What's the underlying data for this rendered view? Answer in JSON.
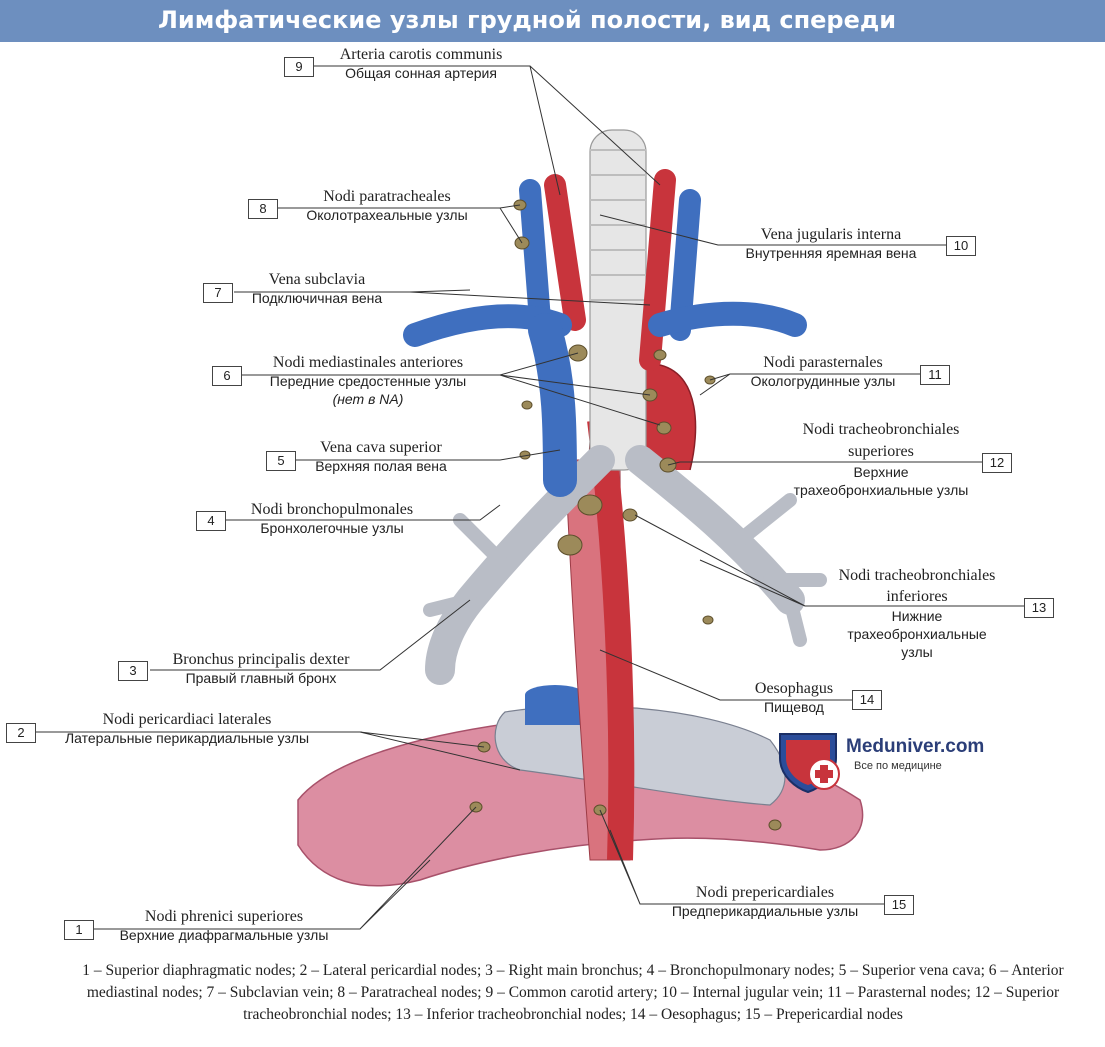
{
  "title": "Лимфатические узлы грудной полости, вид спереди",
  "labels": [
    {
      "num": "9",
      "latin": "Arteria carotis communis",
      "russian": "Общая сонная артерия"
    },
    {
      "num": "8",
      "latin": "Nodi paratracheales",
      "russian": "Околотрахеальные узлы"
    },
    {
      "num": "10",
      "latin": "Vena jugularis interna",
      "russian": "Внутренняя яремная вена"
    },
    {
      "num": "7",
      "latin": "Vena subclavia",
      "russian": "Подключичная вена"
    },
    {
      "num": "6",
      "latin": "Nodi mediastinales anteriores",
      "russian": "Передние средостенные узлы",
      "note": "(нет в NA)"
    },
    {
      "num": "11",
      "latin": "Nodi parasternales",
      "russian": "Окологрудинные узлы"
    },
    {
      "num": "12",
      "latin": "Nodi tracheobronchiales superiores",
      "russian": "Верхние трахеобронхиальные узлы"
    },
    {
      "num": "5",
      "latin": "Vena cava superior",
      "russian": "Верхняя полая вена"
    },
    {
      "num": "4",
      "latin": "Nodi bronchopulmonales",
      "russian": "Бронхолегочные узлы"
    },
    {
      "num": "13",
      "latin": "Nodi tracheobronchiales inferiores",
      "russian": "Нижние трахеобронхиальные узлы"
    },
    {
      "num": "3",
      "latin": "Bronchus principalis dexter",
      "russian": "Правый главный бронх"
    },
    {
      "num": "14",
      "latin": "Oesophagus",
      "russian": "Пищевод"
    },
    {
      "num": "2",
      "latin": "Nodi pericardiaci laterales",
      "russian": "Латеральные перикардиальные узлы"
    },
    {
      "num": "15",
      "latin": "Nodi prepericardiales",
      "russian": "Предперикардиальные узлы"
    },
    {
      "num": "1",
      "latin": "Nodi phrenici superiores",
      "russian": "Верхние диафрагмальные узлы"
    }
  ],
  "logo": {
    "name": "Meduniver.com",
    "tagline": "Все по медицине"
  },
  "caption": "1 – Superior diaphragmatic nodes; 2 – Lateral pericardial nodes; 3 – Right main bronchus; 4 – Bronchopulmonary nodes; 5 – Superior vena cava; 6 – Anterior mediastinal nodes; 7 – Subclavian vein; 8 – Paratracheal nodes; 9 – Common carotid artery; 10 – Internal jugular vein; 11 – Parasternal nodes; 12 – Superior tracheobronchial nodes; 13 – Inferior tracheobronchial nodes; 14 – Oesophagus; 15 – Prepericardial nodes",
  "colors": {
    "header": "#6d8fbf",
    "artery": "#c8343c",
    "vein": "#3f6fbf",
    "node": "#9c8a5a",
    "diaphragm": "#d98aa0"
  }
}
